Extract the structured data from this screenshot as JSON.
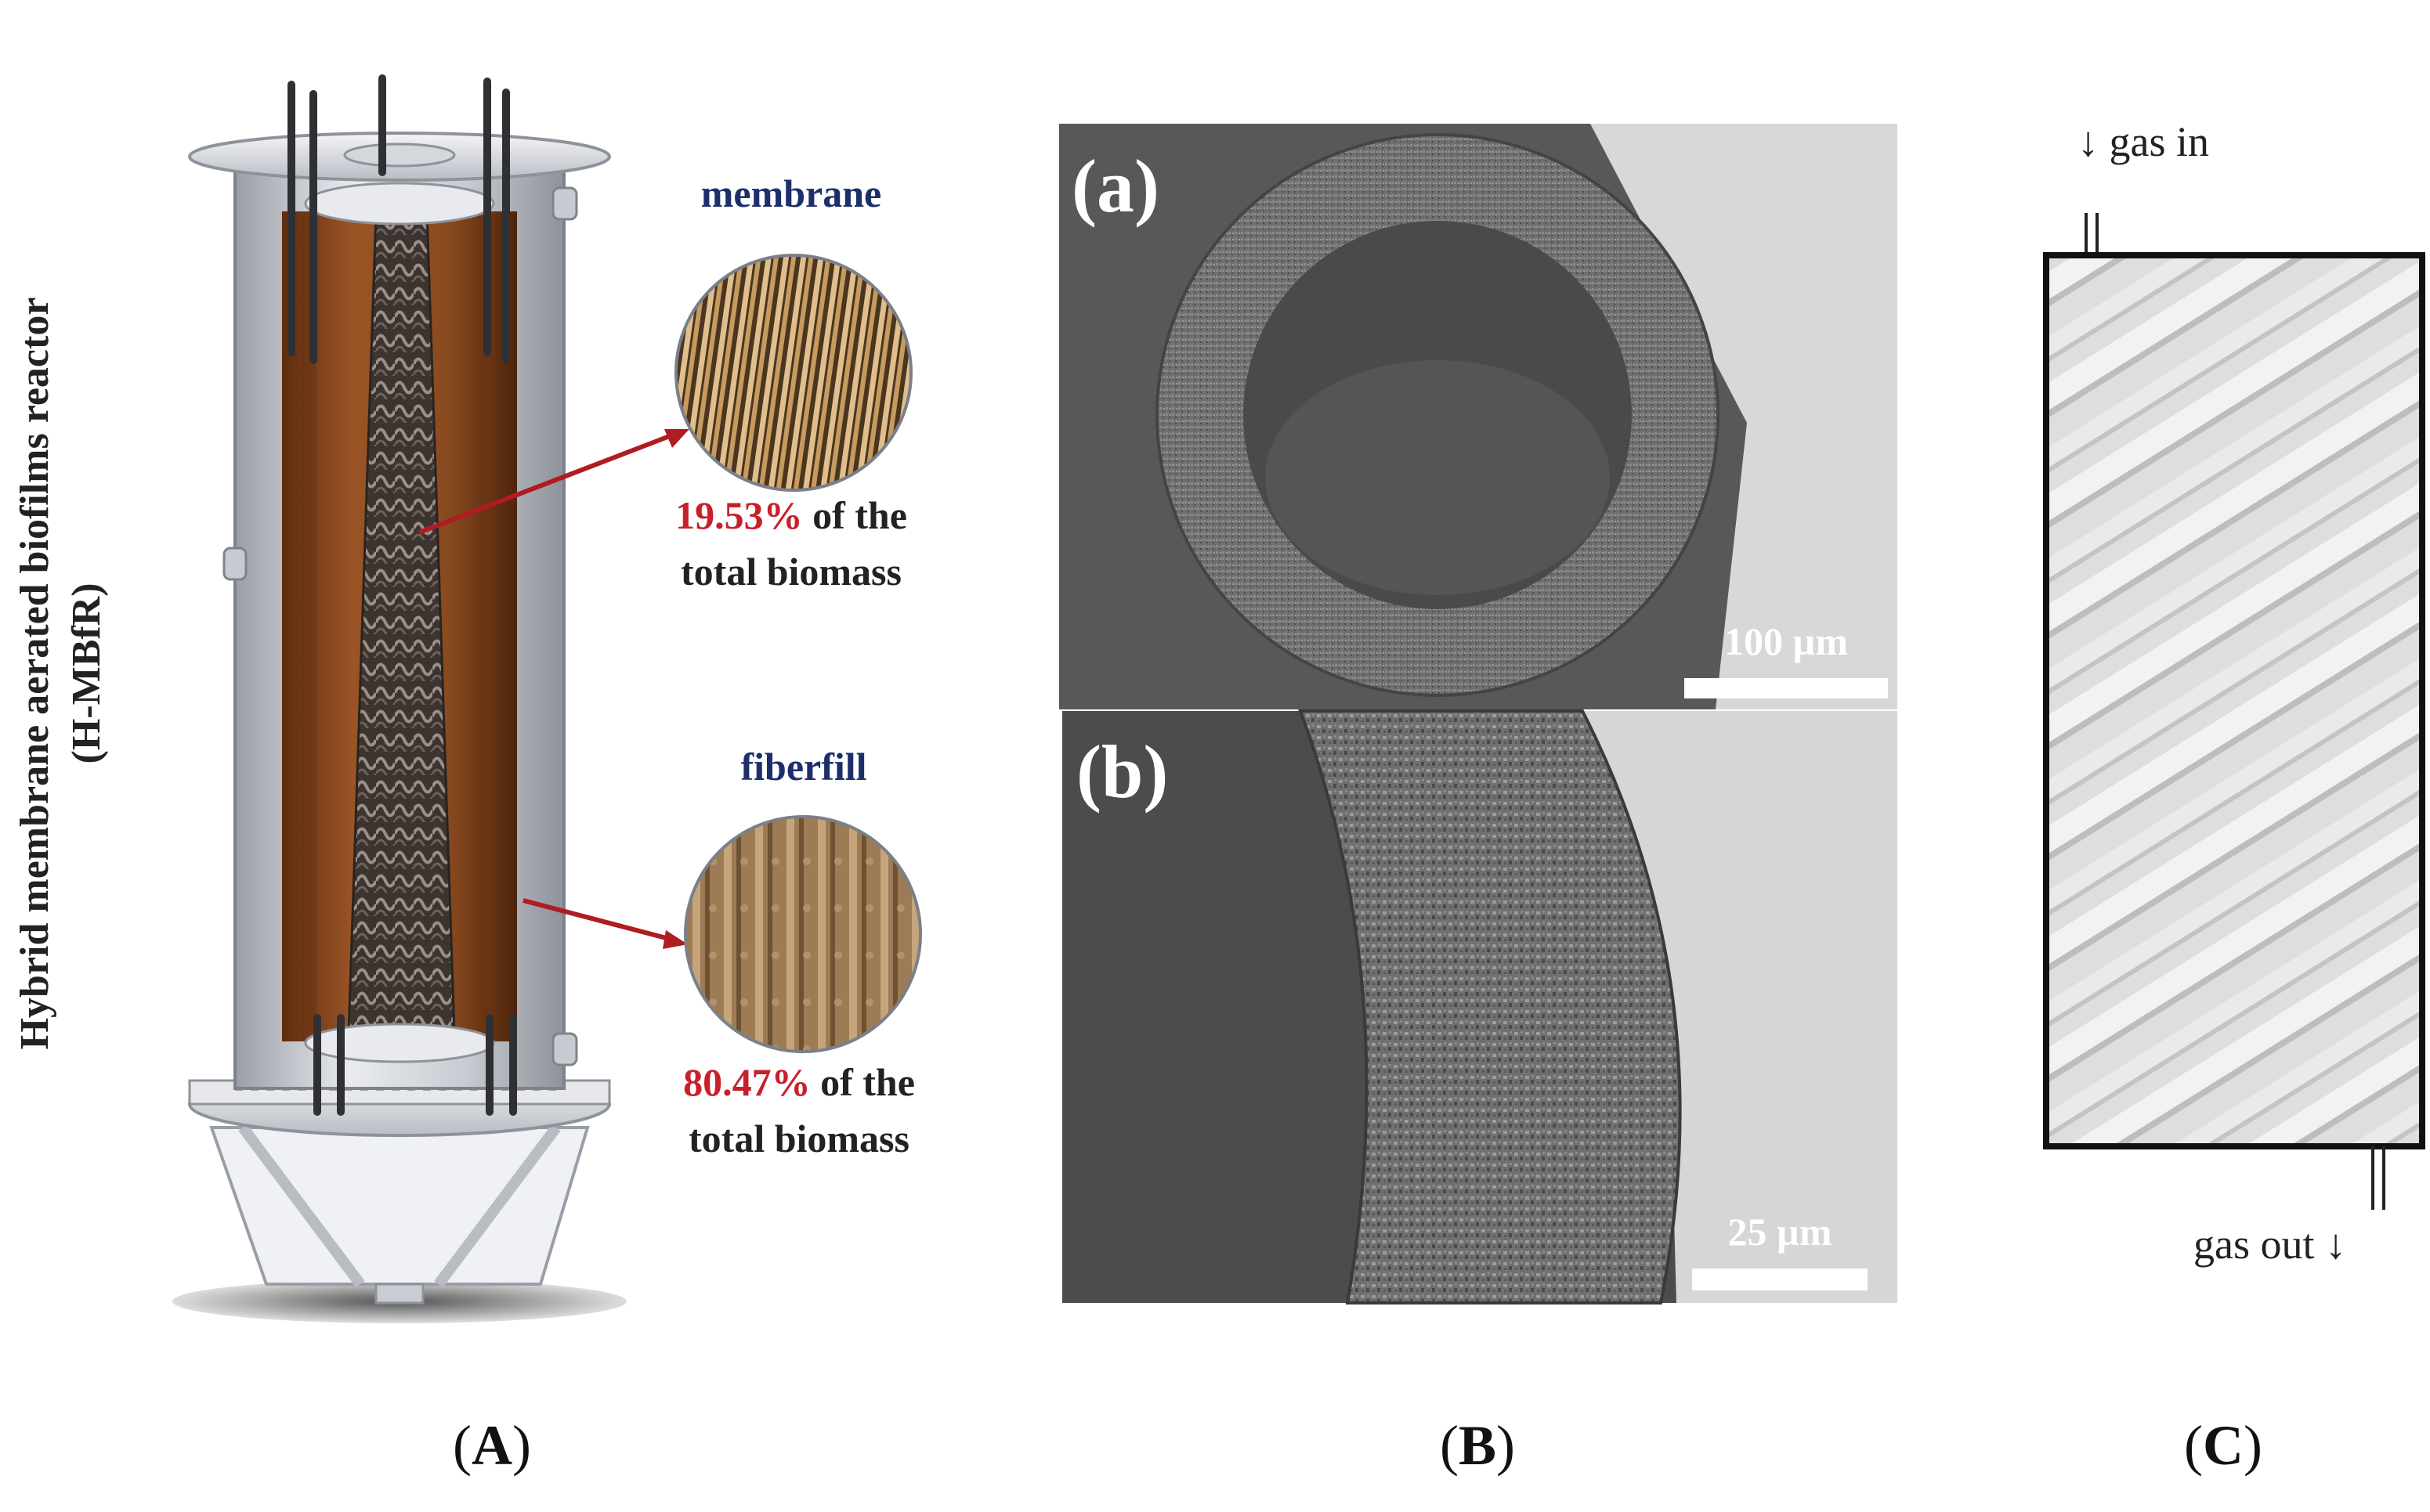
{
  "panel_a": {
    "letter": "A",
    "vertical_title_line1": "Hybrid membrane aerated biofilms reactor",
    "vertical_title_line2": "(H-MBfR)",
    "membrane": {
      "title": "membrane",
      "percent": "19.53%",
      "text_tail": "of the",
      "text_line2": "total biomass"
    },
    "fiberfill": {
      "title": "fiberfill",
      "percent": "80.47%",
      "text_tail": "of the",
      "text_line2": "total biomass"
    },
    "colors": {
      "reactor_brown": "#8a4a1f",
      "arrow_red": "#b11b22",
      "title_blue": "#1c2f6b"
    }
  },
  "panel_b": {
    "letter": "B",
    "sem_a": {
      "label": "(a)",
      "scale": "100 µm"
    },
    "sem_b": {
      "label": "(b)",
      "scale": "25 µm"
    }
  },
  "panel_c": {
    "letter": "C",
    "gas_in": "gas in",
    "gas_out": "gas out",
    "arrow_glyph": "↓"
  }
}
